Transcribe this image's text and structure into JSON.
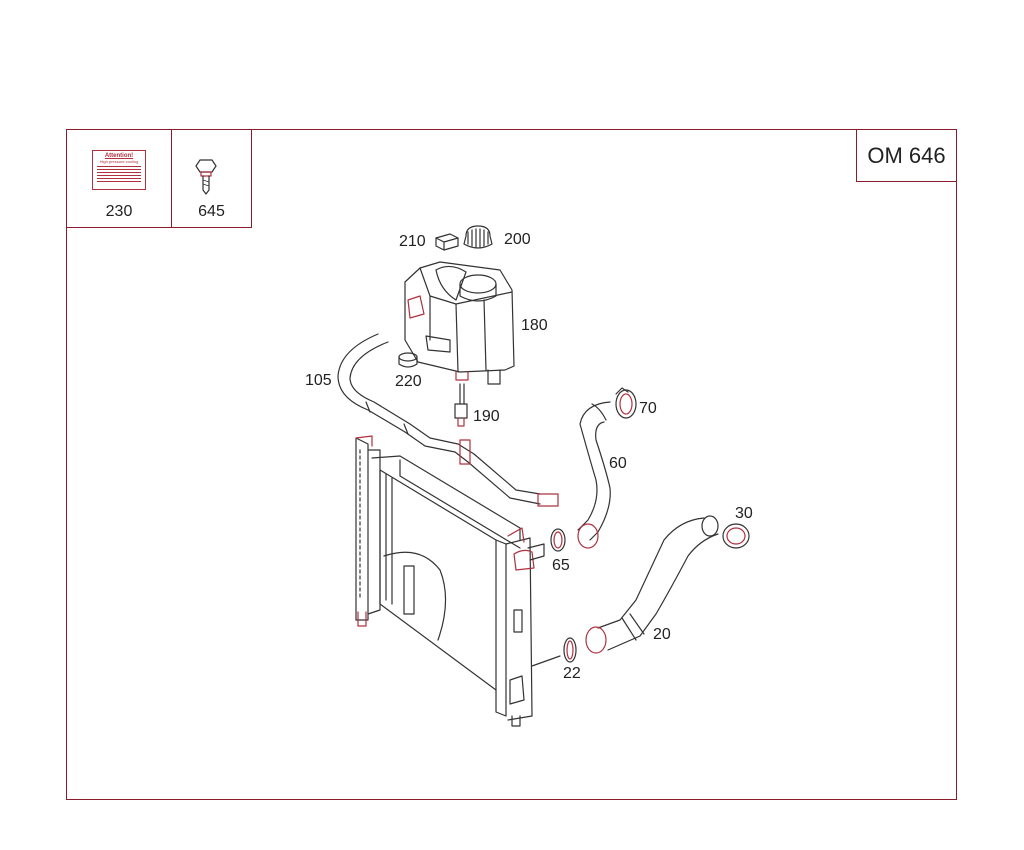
{
  "engine_code": "OM 646",
  "legend_items": [
    {
      "number": "230",
      "icon": "warning-label-icon"
    },
    {
      "number": "645",
      "icon": "bolt-icon"
    }
  ],
  "sticker_text": {
    "line1": "Attention!",
    "line2": "High pressure cooling"
  },
  "callouts": {
    "c210": "210",
    "c200": "200",
    "c180": "180",
    "c105": "105",
    "c220": "220",
    "c190": "190",
    "c70": "70",
    "c60": "60",
    "c30": "30",
    "c65": "65",
    "c20": "20",
    "c22": "22"
  },
  "colors": {
    "frame": "#8a1c2b",
    "part_line": "#333333",
    "part_accent": "#b0303f"
  }
}
